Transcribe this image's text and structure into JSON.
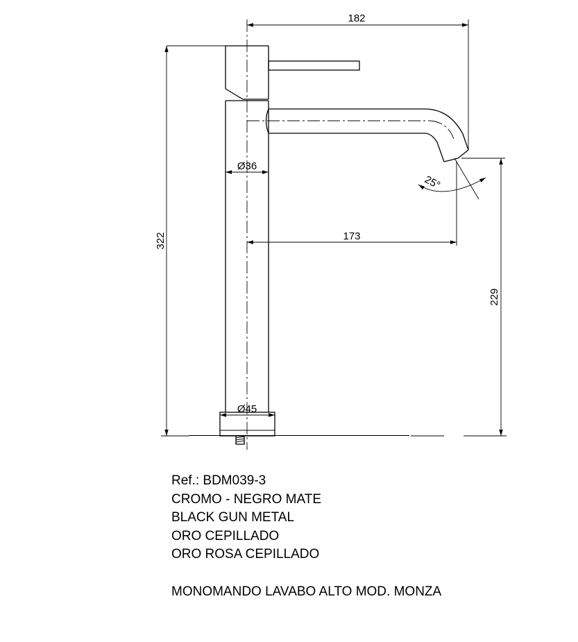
{
  "dimensions": {
    "overall_width": "182",
    "spout_reach": "173",
    "total_height": "322",
    "spout_height": "229",
    "body_diameter": "Ø36",
    "base_diameter": "Ø45",
    "spout_angle": "25°"
  },
  "info": {
    "reference": "Ref.: BDM039-3",
    "finishes": [
      "CROMO - NEGRO MATE",
      "BLACK GUN METAL",
      "ORO CEPILLADO",
      "ORO ROSA CEPILLADO"
    ],
    "product_name": "MONOMANDO LAVABO ALTO MOD. MONZA"
  }
}
